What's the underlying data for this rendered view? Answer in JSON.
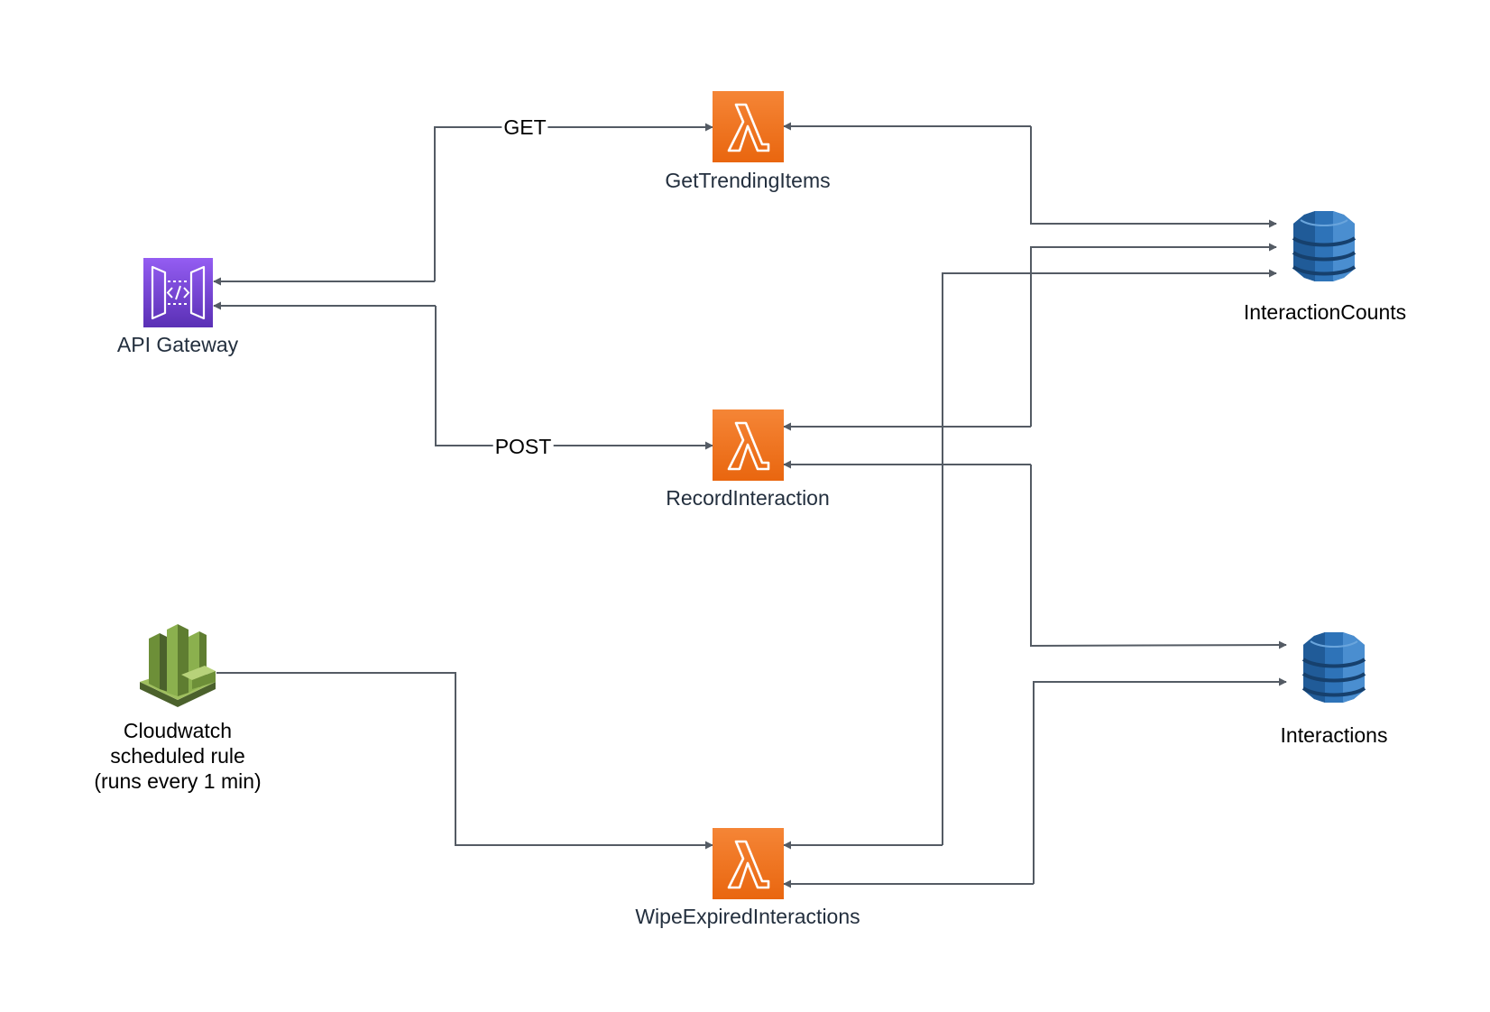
{
  "colors": {
    "lambda_orange_top": "#f58536",
    "lambda_orange_bottom": "#e9660f",
    "api_gateway_purple_top": "#945df2",
    "api_gateway_purple_bottom": "#5a30b5",
    "dynamodb_blue": "#2e73b8",
    "dynamodb_blue_dark": "#205b98",
    "cloudwatch_green": "#759c3e",
    "cloudwatch_green_dark": "#4b612c",
    "connector": "#545b64",
    "label_text": "#232f3e"
  },
  "nodes": {
    "api_gateway": {
      "label": "API Gateway",
      "icon": "api-gateway-icon"
    },
    "get_trending_items": {
      "label": "GetTrendingItems",
      "icon": "lambda-icon"
    },
    "record_interaction": {
      "label": "RecordInteraction",
      "icon": "lambda-icon"
    },
    "wipe_expired_interactions": {
      "label": "WipeExpiredInteractions",
      "icon": "lambda-icon"
    },
    "interaction_counts": {
      "label": "InteractionCounts",
      "icon": "dynamodb-icon"
    },
    "interactions": {
      "label": "Interactions",
      "icon": "dynamodb-icon"
    },
    "cloudwatch": {
      "label_lines": [
        "Cloudwatch",
        "scheduled rule",
        "(runs every 1 min)"
      ],
      "icon": "cloudwatch-icon"
    }
  },
  "edges": {
    "get": {
      "label": "GET"
    },
    "post": {
      "label": "POST"
    }
  }
}
